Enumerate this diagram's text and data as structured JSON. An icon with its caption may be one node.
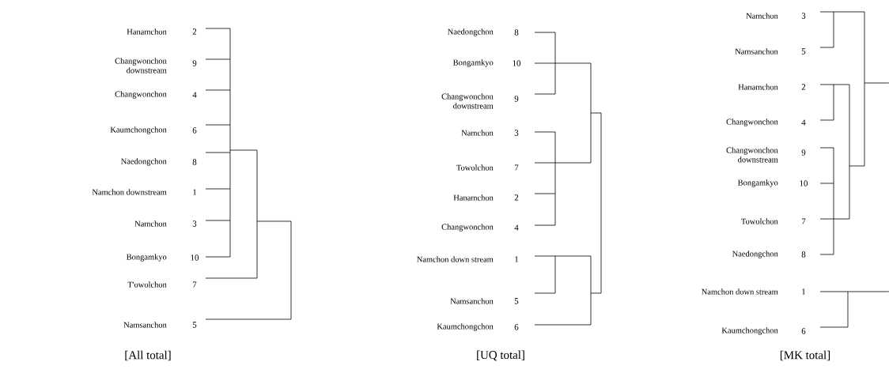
{
  "diagram": {
    "labels": [
      "Hanamchon",
      "2",
      "Changwonchon downstream",
      "9",
      "Changwonchon",
      "4",
      "Kaumchongchon",
      "6",
      "Naedongchon",
      "8",
      "Namchon downstream",
      "1",
      "Namchon",
      "3",
      "Bongamkyo",
      "10",
      "T'owolchon",
      "7",
      "Namsanchon",
      "5",
      "[All total]",
      "Naedongchon",
      "8",
      "Bongamkyo",
      "10",
      "Changwonchon downstream",
      "9",
      "Namchon",
      "3",
      "Towolchon",
      "7",
      "Hanamchon",
      "2",
      "Changwonchon",
      "4",
      "Namchon down stream",
      "1",
      "Namsanchon",
      "5",
      "Kaumchongchon",
      "6",
      "[UQ total]",
      "Namchon",
      "3",
      "Namsanchon",
      "5",
      "Hanamchon",
      "2",
      "Changwonchon",
      "4",
      "Changwonchon downstream",
      "9",
      "Bongamkyo",
      "10",
      "Towolchon",
      "7",
      "Naedongchon",
      "8",
      "Namchon down stream",
      "1",
      "Kaumchongchon",
      "6",
      "[MK total]"
    ]
  }
}
